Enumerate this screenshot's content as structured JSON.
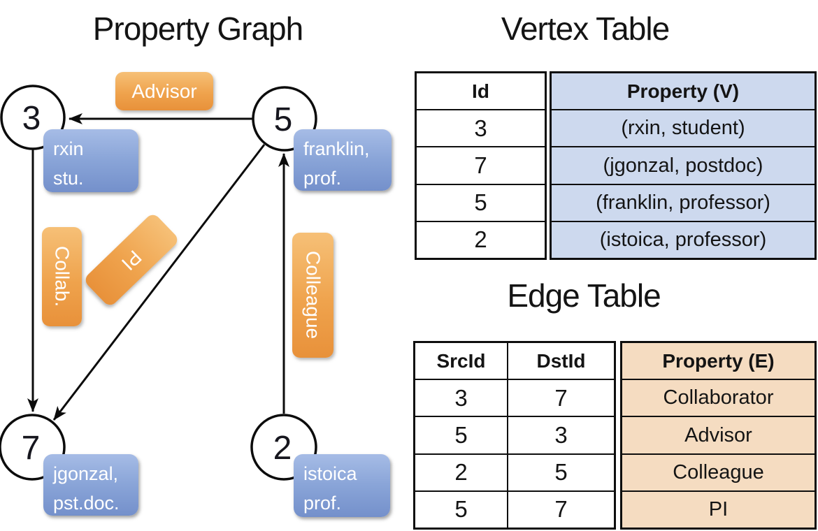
{
  "graph": {
    "title": "Property Graph",
    "nodes": [
      {
        "id": "3",
        "label_line1": "rxin",
        "label_line2": "stu."
      },
      {
        "id": "5",
        "label_line1": "franklin,",
        "label_line2": "prof."
      },
      {
        "id": "7",
        "label_line1": "jgonzal,",
        "label_line2": "pst.doc."
      },
      {
        "id": "2",
        "label_line1": "istoica",
        "label_line2": "prof."
      }
    ],
    "edge_labels": {
      "advisor": "Advisor",
      "collab": "Collab.",
      "pi": "PI",
      "colleague": "Colleague"
    }
  },
  "vertex_table": {
    "title": "Vertex Table",
    "columns": {
      "id": "Id",
      "property": "Property (V)"
    },
    "rows": [
      {
        "id": "3",
        "property": "(rxin, student)"
      },
      {
        "id": "7",
        "property": "(jgonzal, postdoc)"
      },
      {
        "id": "5",
        "property": "(franklin, professor)"
      },
      {
        "id": "2",
        "property": "(istoica, professor)"
      }
    ]
  },
  "edge_table": {
    "title": "Edge Table",
    "columns": {
      "src": "SrcId",
      "dst": "DstId",
      "property": "Property (E)"
    },
    "rows": [
      {
        "src": "3",
        "dst": "7",
        "property": "Collaborator"
      },
      {
        "src": "5",
        "dst": "3",
        "property": "Advisor"
      },
      {
        "src": "2",
        "dst": "5",
        "property": "Colleague"
      },
      {
        "src": "5",
        "dst": "7",
        "property": "PI"
      }
    ]
  },
  "colors": {
    "edge_label_orange_top": "#f6c077",
    "edge_label_orange_bottom": "#e8913a",
    "node_label_blue_top": "#a6bce6",
    "node_label_blue_bottom": "#7490cb",
    "vertex_property_fill": "#cdd9ee",
    "edge_property_fill": "#f5dcc1",
    "line_black": "#0c0c0c",
    "text_white": "#ffffff"
  }
}
